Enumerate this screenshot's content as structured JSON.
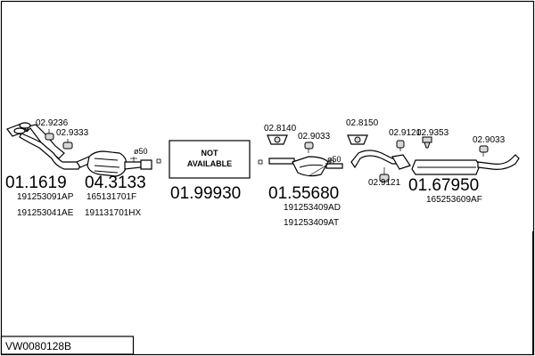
{
  "code": "VW0080128B",
  "na_line1": "NOT",
  "na_line2": "AVAILABLE",
  "pipe_diameter": "ø50",
  "mounts": [
    "02.9236",
    "02.9333",
    "02.8140",
    "02.9033",
    "02.8150",
    "02.9121",
    "02.9353",
    "02.9033",
    "02.9121"
  ],
  "parts": [
    {
      "number": "01.1619",
      "refs": [
        "191253091AP",
        "191253041AE"
      ]
    },
    {
      "number": "04.3133",
      "refs": [
        "165131701F",
        "191131701HX"
      ]
    },
    {
      "number": "01.99930",
      "refs": []
    },
    {
      "number": "01.55680",
      "refs": [
        "191253409AD",
        "191253409AT"
      ]
    },
    {
      "number": "01.67950",
      "refs": [
        "165253609AF"
      ]
    }
  ]
}
